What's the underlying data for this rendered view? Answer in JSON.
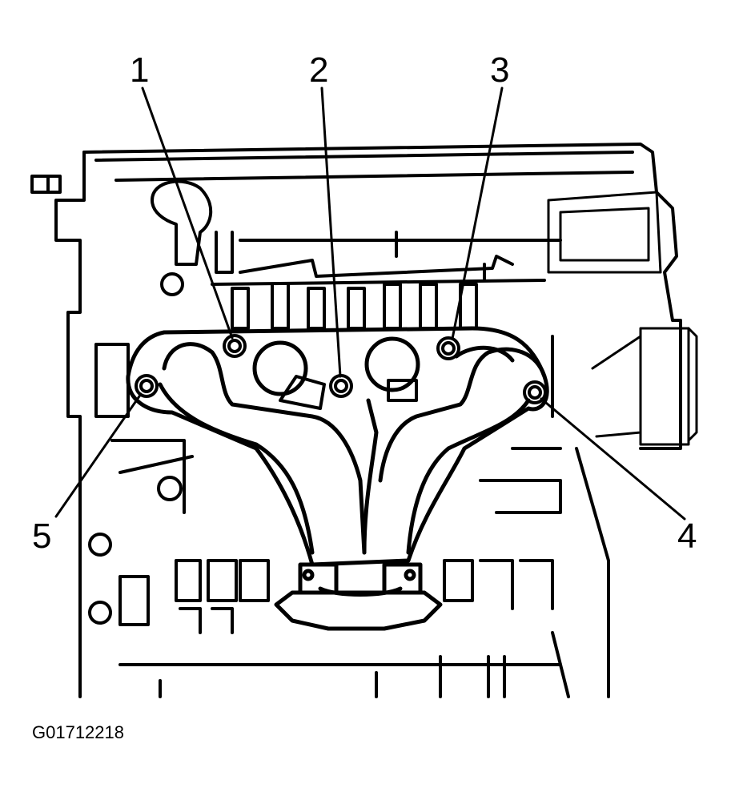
{
  "diagram": {
    "callouts": [
      {
        "id": "1",
        "label": "1"
      },
      {
        "id": "2",
        "label": "2"
      },
      {
        "id": "3",
        "label": "3"
      },
      {
        "id": "4",
        "label": "4"
      },
      {
        "id": "5",
        "label": "5"
      }
    ],
    "figure_id": "G01712218",
    "ink_color": "#000000",
    "background": "#ffffff"
  }
}
